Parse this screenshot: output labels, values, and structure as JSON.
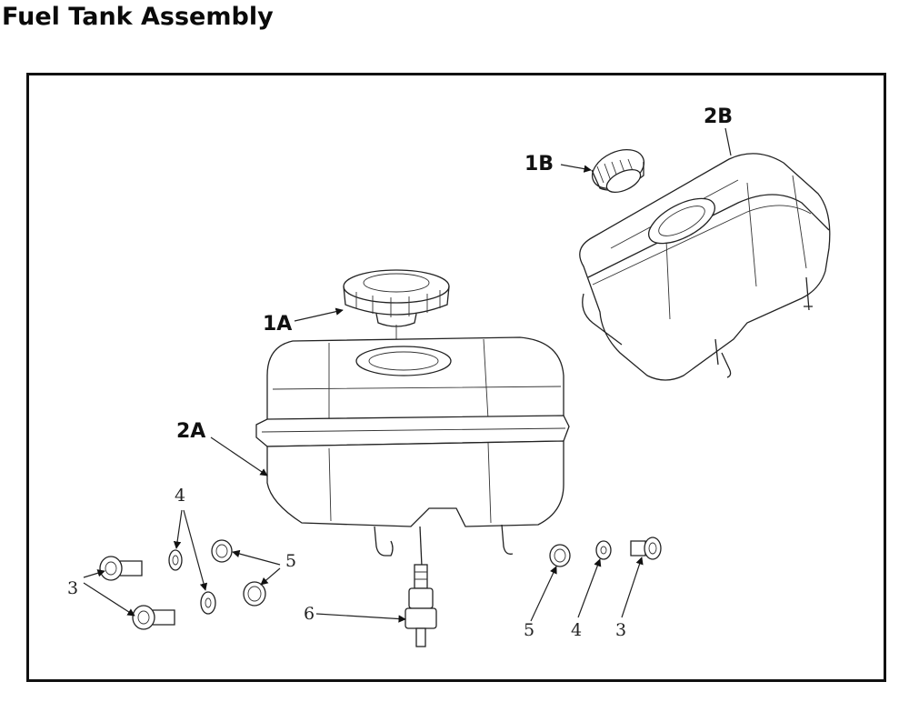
{
  "title": "Fuel Tank Assembly",
  "callouts": {
    "c1a": "1A",
    "c1b": "1B",
    "c2a": "2A",
    "c2b": "2B",
    "c3_left": "3",
    "c3_right": "3",
    "c4_left": "4",
    "c4_right": "4",
    "c5_left": "5",
    "c5_right": "5",
    "c6": "6"
  },
  "colors": {
    "line": "#222222",
    "frame": "#111111",
    "background": "#ffffff"
  }
}
